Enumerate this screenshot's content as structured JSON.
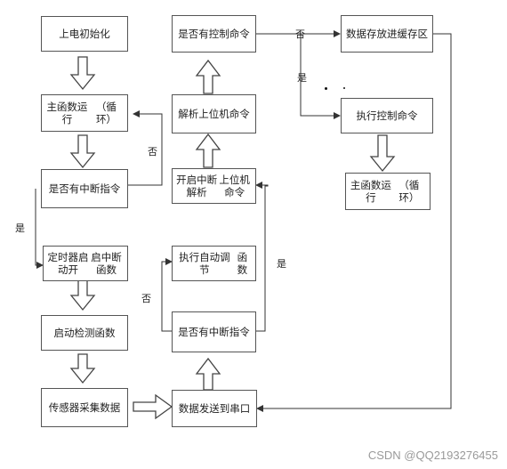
{
  "nodes": {
    "power_on_init": "上电初始化",
    "main_loop_1": "主函数运行（循环）",
    "has_interrupt_1": "是否有中断指令",
    "timer_start": "定时器启动开启中断函数",
    "start_detect": "启动检测函数",
    "sensor_collect": "传感器采集数据",
    "send_serial": "数据发送到串口",
    "has_interrupt_2": "是否有中断指令",
    "auto_adjust": "执行自动调节函数",
    "open_interrupt_parse": "开启中断解析上位机命令",
    "parse_command": "解析上位机命令",
    "has_control_cmd": "是否有控制命令",
    "store_buffer": "数据存放进缓存区",
    "exec_control": "执行控制命令",
    "main_loop_2": "主函数运行（循环）"
  },
  "node_lines": {
    "main_loop_1": [
      "主函数运行",
      "（循环）"
    ],
    "has_interrupt_1": [
      "是否有中断指",
      "令"
    ],
    "timer_start": [
      "定时器启动开",
      "启中断函数"
    ],
    "sensor_collect": [
      "传感器采集数",
      "据"
    ],
    "send_serial": [
      "数据发送到串",
      "口"
    ],
    "has_interrupt_2": [
      "是否有中断指",
      "令"
    ],
    "auto_adjust": [
      "执行自动调节",
      "函数"
    ],
    "open_interrupt_parse": [
      "开启中断解析",
      "上位机命令"
    ],
    "parse_command": [
      "解析上位机命",
      "令"
    ],
    "has_control_cmd": [
      "是否有控制命",
      "令"
    ],
    "store_buffer": [
      "数据存放进缓",
      "存区"
    ],
    "main_loop_2": [
      "主函数运行",
      "（循环）"
    ]
  },
  "edge_labels": {
    "no_1": "否",
    "yes_1": "是",
    "no_2": "否",
    "yes_2": "是",
    "no_3": "否",
    "yes_3": "是"
  },
  "watermark": "CSDN @QQ2193276455"
}
